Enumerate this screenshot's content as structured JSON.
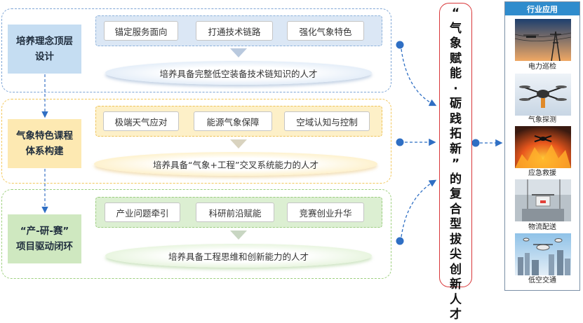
{
  "sections": [
    {
      "label": "培养理念顶层\n设计",
      "tags": [
        "锚定服务面向",
        "打通技术链路",
        "强化气象特色"
      ],
      "outcome": "培养具备完整低空装备技术链知识的人才"
    },
    {
      "label": "气象特色课程\n体系构建",
      "tags": [
        "极端天气应对",
        "能源气象保障",
        "空域认知与控制"
      ],
      "outcome": "培养具备“气象+工程”交叉系统能力的人才"
    },
    {
      "label": "“产-研-赛”\n项目驱动闭环",
      "tags": [
        "产业问题牵引",
        "科研前沿赋能",
        "竞赛创业升华"
      ],
      "outcome": "培养具备工程思维和创新能力的人才"
    }
  ],
  "center_title_chars": [
    "“",
    "气",
    "象",
    "赋",
    "能",
    "·",
    "砺",
    "践",
    "拓",
    "新",
    "”",
    "的",
    "复",
    "合",
    "型",
    "拔",
    "尖",
    "创",
    "新",
    "人",
    "才"
  ],
  "industry": {
    "title": "行业应用",
    "items": [
      {
        "caption": "电力巡检",
        "icon": "power-line-drone-photo"
      },
      {
        "caption": "气象探测",
        "icon": "weather-drone-photo"
      },
      {
        "caption": "应急救援",
        "icon": "fire-rescue-drone-photo"
      },
      {
        "caption": "物流配送",
        "icon": "delivery-drone-photo"
      },
      {
        "caption": "低空交通",
        "icon": "air-taxi-city-photo"
      }
    ]
  },
  "colors": {
    "blue": "#7fa6d6",
    "yellow": "#f2c75a",
    "green": "#9ed07f",
    "connector": "#2f6fc4",
    "red_frame": "#d9383a",
    "header_blue": "#2f8ccd"
  }
}
